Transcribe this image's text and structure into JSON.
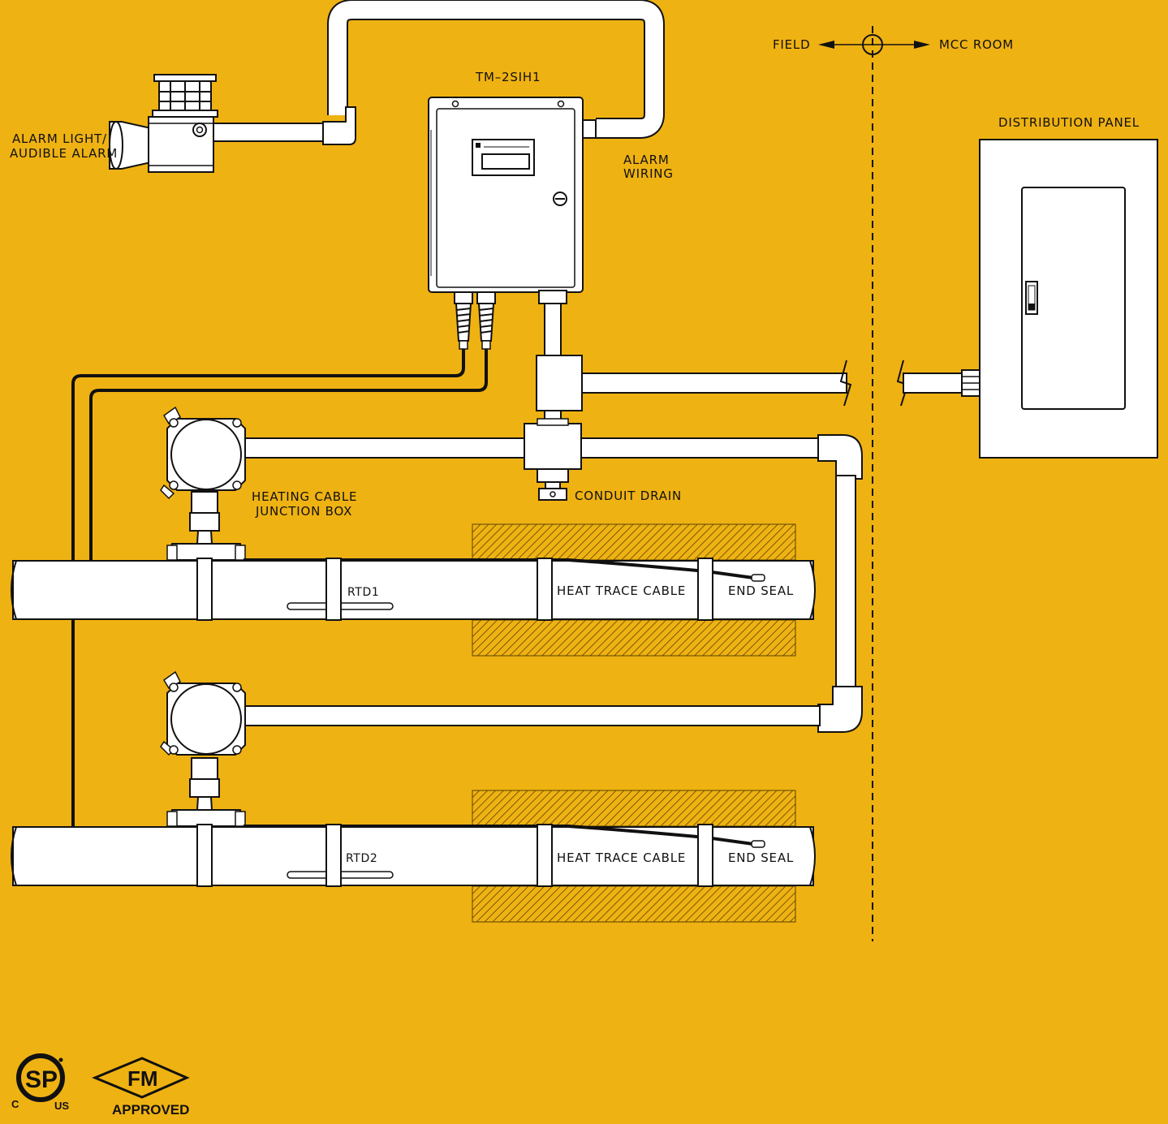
{
  "colors": {
    "background": "#EFB213",
    "line": "#111111",
    "fill": "#FFFFFF"
  },
  "labels": {
    "field": "FIELD",
    "mcc_room": "MCC ROOM",
    "controller_model": "TM–2SIH1",
    "alarm_device_line1": "ALARM LIGHT/",
    "alarm_device_line2": "AUDIBLE ALARM",
    "alarm_wiring_line1": "ALARM",
    "alarm_wiring_line2": "WIRING",
    "distribution_panel": "DISTRIBUTION PANEL",
    "junction_box_line1": "HEATING CABLE",
    "junction_box_line2": "JUNCTION BOX",
    "conduit_drain": "CONDUIT DRAIN",
    "pipe1": {
      "rtd": "RTD1",
      "cable": "HEAT TRACE CABLE",
      "seal": "END SEAL"
    },
    "pipe2": {
      "rtd": "RTD2",
      "cable": "HEAT TRACE CABLE",
      "seal": "END SEAL"
    }
  },
  "logos": {
    "csa": {
      "mark": "SP",
      "left": "C",
      "right": "US"
    },
    "fm": {
      "mark": "FM",
      "caption": "APPROVED"
    }
  }
}
